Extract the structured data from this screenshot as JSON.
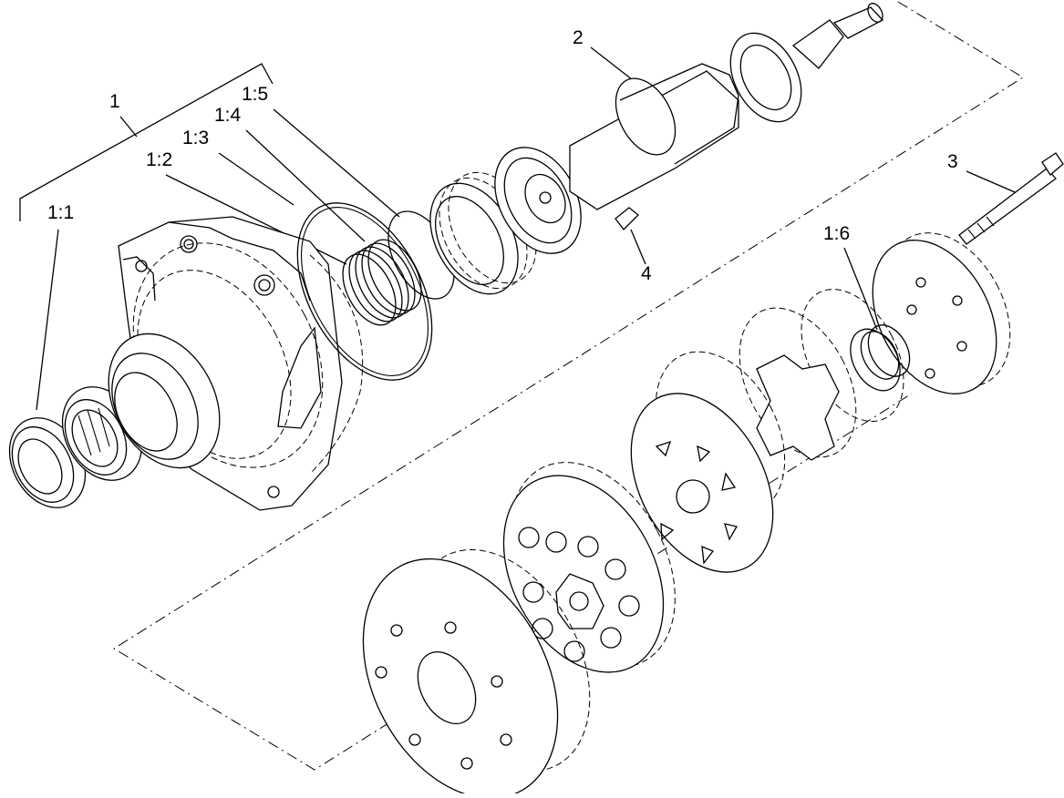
{
  "callouts": {
    "c1": "1",
    "c1_1": "1:1",
    "c1_2": "1:2",
    "c1_3": "1:3",
    "c1_4": "1:4",
    "c1_5": "1:5",
    "c1_6": "1:6",
    "c2": "2",
    "c3": "3",
    "c4": "4"
  }
}
